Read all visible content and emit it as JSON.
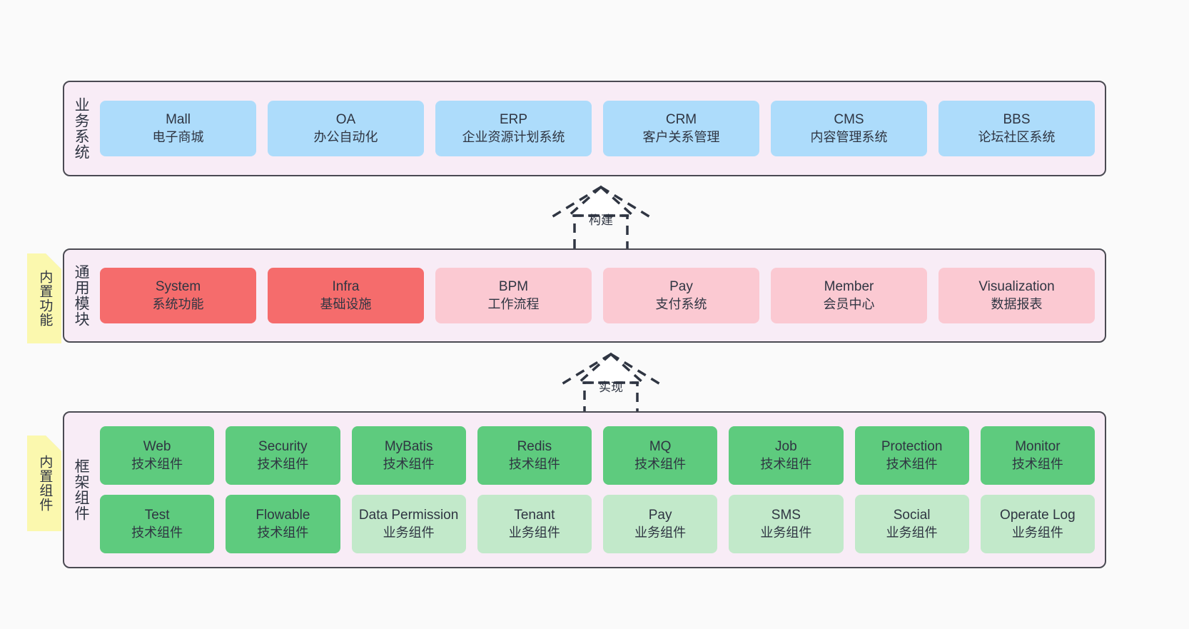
{
  "diagram": {
    "title": "System architecture layers",
    "colors": {
      "band_background": "#f8ecf6",
      "band_border": "#4a4a52",
      "business_module": "#addcfb",
      "common_module_active": "#f56c6c",
      "common_module_plain": "#fbc9d2",
      "framework_tech": "#5ecb7e",
      "framework_business": "#c2e9ca",
      "note": "#fbf8ae",
      "note_fold": "#cfcfcf",
      "canvas": "#fafafa"
    }
  },
  "bands": {
    "business": {
      "caption": "业务系统",
      "rows": [
        [
          {
            "en": "Mall",
            "cn": "电子商城",
            "color": "c-blue"
          },
          {
            "en": "OA",
            "cn": "办公自动化",
            "color": "c-blue"
          },
          {
            "en": "ERP",
            "cn": "企业资源计划系统",
            "color": "c-blue"
          },
          {
            "en": "CRM",
            "cn": "客户关系管理",
            "color": "c-blue"
          },
          {
            "en": "CMS",
            "cn": "内容管理系统",
            "color": "c-blue"
          },
          {
            "en": "BBS",
            "cn": "论坛社区系统",
            "color": "c-blue"
          }
        ]
      ]
    },
    "common": {
      "caption": "通用模块",
      "rows": [
        [
          {
            "en": "System",
            "cn": "系统功能",
            "color": "c-red"
          },
          {
            "en": "Infra",
            "cn": "基础设施",
            "color": "c-red"
          },
          {
            "en": "BPM",
            "cn": "工作流程",
            "color": "c-pink"
          },
          {
            "en": "Pay",
            "cn": "支付系统",
            "color": "c-pink"
          },
          {
            "en": "Member",
            "cn": "会员中心",
            "color": "c-pink"
          },
          {
            "en": "Visualization",
            "cn": "数据报表",
            "color": "c-pink"
          }
        ]
      ]
    },
    "frame": {
      "caption": "框架组件",
      "rows": [
        [
          {
            "en": "Web",
            "cn": "技术组件",
            "color": "c-green"
          },
          {
            "en": "Security",
            "cn": "技术组件",
            "color": "c-green"
          },
          {
            "en": "MyBatis",
            "cn": "技术组件",
            "color": "c-green"
          },
          {
            "en": "Redis",
            "cn": "技术组件",
            "color": "c-green"
          },
          {
            "en": "MQ",
            "cn": "技术组件",
            "color": "c-green"
          },
          {
            "en": "Job",
            "cn": "技术组件",
            "color": "c-green"
          },
          {
            "en": "Protection",
            "cn": "技术组件",
            "color": "c-green"
          },
          {
            "en": "Monitor",
            "cn": "技术组件",
            "color": "c-green"
          }
        ],
        [
          {
            "en": "Test",
            "cn": "技术组件",
            "color": "c-green"
          },
          {
            "en": "Flowable",
            "cn": "技术组件",
            "color": "c-green"
          },
          {
            "en": "Data Permission",
            "cn": "业务组件",
            "color": "c-lightgreen"
          },
          {
            "en": "Tenant",
            "cn": "业务组件",
            "color": "c-lightgreen"
          },
          {
            "en": "Pay",
            "cn": "业务组件",
            "color": "c-lightgreen"
          },
          {
            "en": "SMS",
            "cn": "业务组件",
            "color": "c-lightgreen"
          },
          {
            "en": "Social",
            "cn": "业务组件",
            "color": "c-lightgreen"
          },
          {
            "en": "Operate Log",
            "cn": "业务组件",
            "color": "c-lightgreen"
          }
        ]
      ]
    }
  },
  "notes": [
    {
      "id": "note-functions",
      "text": "内置功能"
    },
    {
      "id": "note-components",
      "text": "内置组件"
    }
  ],
  "connectors": [
    {
      "id": "connector-build",
      "label": "构建"
    },
    {
      "id": "connector-realize",
      "label": "实现"
    }
  ]
}
